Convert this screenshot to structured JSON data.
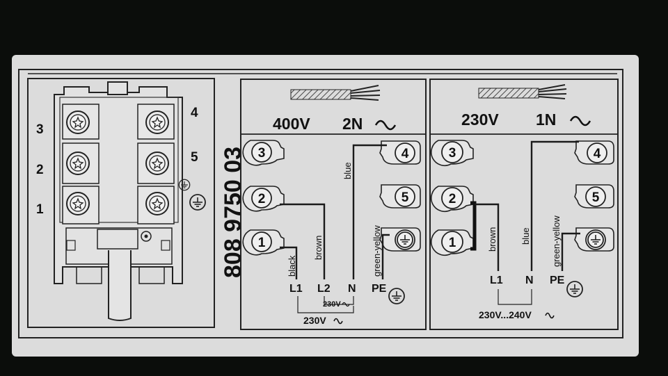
{
  "left_terminal_block": {
    "numbers": [
      "3",
      "2",
      "1",
      "4",
      "5"
    ]
  },
  "part_number": "808 9750 03",
  "panel_400v": {
    "voltage": "400V",
    "phase": "2N",
    "terminals": [
      "3",
      "2",
      "1",
      "4",
      "5"
    ],
    "wires": {
      "black": "black",
      "brown": "brown",
      "blue": "blue",
      "green_yellow": "green-yellow"
    },
    "connections": {
      "l1": "L1",
      "l2": "L2",
      "n": "N",
      "pe": "PE"
    },
    "dim_small": "230V",
    "dim_large": "230V"
  },
  "panel_230v": {
    "voltage": "230V",
    "phase": "1N",
    "terminals": [
      "3",
      "2",
      "1",
      "4",
      "5"
    ],
    "wires": {
      "brown": "brown",
      "blue": "blue",
      "green_yellow": "green-yellow"
    },
    "connections": {
      "l1": "L1",
      "n": "N",
      "pe": "PE"
    },
    "dim": "230V...240V"
  },
  "colors": {
    "background": "#0b0d0b",
    "label": "#dcdcdc",
    "line": "#1a1a1a",
    "terminal_fill": "#e6e6e6"
  }
}
